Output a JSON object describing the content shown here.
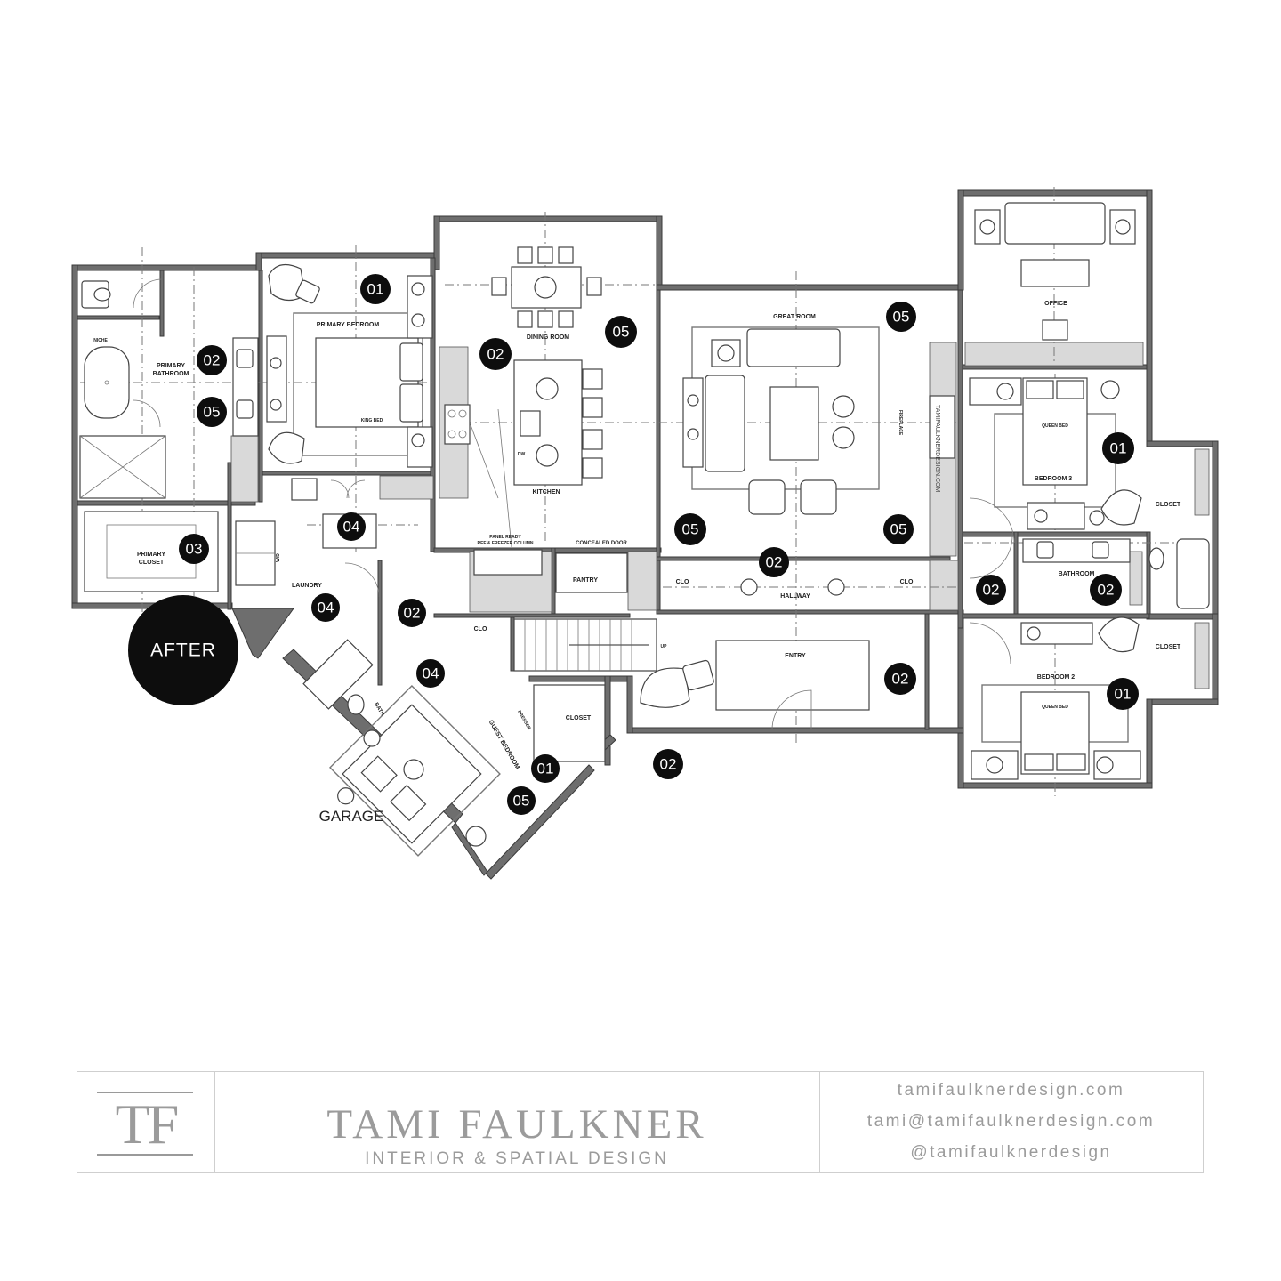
{
  "plan": {
    "badge": "AFTER",
    "outside_label": "GARAGE",
    "rooms": {
      "primary_bedroom": "PRIMARY BEDROOM",
      "king_bed": "KING BED",
      "primary_bathroom_1": "PRIMARY",
      "primary_bathroom_2": "BATHROOM",
      "niche": "NICHE",
      "primary_closet_1": "PRIMARY",
      "primary_closet_2": "CLOSET",
      "dining_room": "DINING ROOM",
      "kitchen": "KITCHEN",
      "dw": "DW",
      "panel_ready_1": "PANEL READY",
      "panel_ready_2": "REF & FREEZER COLUMN",
      "concealed_door": "CONCEALED DOOR",
      "pantry": "PANTRY",
      "great_room": "GREAT ROOM",
      "fireplace": "FIREPLACE",
      "office": "OFFICE",
      "bedroom_3": "BEDROOM 3",
      "queen_bed_3": "QUEEN BED",
      "closet_b3": "CLOSET",
      "bathroom": "BATHROOM",
      "bedroom_2": "BEDROOM 2",
      "queen_bed_2": "QUEEN BED",
      "closet_b2": "CLOSET",
      "hallway": "HALLWAY",
      "clo_left": "CLO",
      "clo_right": "CLO",
      "clo_stair": "CLO",
      "entry": "ENTRY",
      "up": "UP",
      "closet_entry": "CLOSET",
      "laundry": "LAUNDRY",
      "wd": "W/D",
      "bath": "BATH",
      "guest_bedroom": "GUEST BEDROOM",
      "dresser": "DRESSER"
    },
    "watermark": "TAMIFAULKNERDESIGN.COM",
    "tags": {
      "primary_bedroom": "01",
      "primary_bath_a": "02",
      "primary_bath_b": "05",
      "primary_closet": "03",
      "laundry_door": "04",
      "laundry": "04",
      "mudroom": "02",
      "guest_bath": "04",
      "dining_a": "02",
      "dining_b": "05",
      "great_room_tr": "05",
      "great_room_bl": "05",
      "great_room_br": "05",
      "hallway": "02",
      "bath_a": "02",
      "bath_b": "02",
      "entry": "02",
      "porch": "02",
      "bedroom_3": "01",
      "bedroom_2": "01",
      "guest_a": "01",
      "guest_b": "05"
    }
  },
  "footer": {
    "logo": "TF",
    "name": "TAMI FAULKNER",
    "tagline": "INTERIOR & SPATIAL DESIGN",
    "website": "tamifaulknerdesign.com",
    "email": "tami@tamifaulknerdesign.com",
    "social": "@tamifaulknerdesign"
  }
}
